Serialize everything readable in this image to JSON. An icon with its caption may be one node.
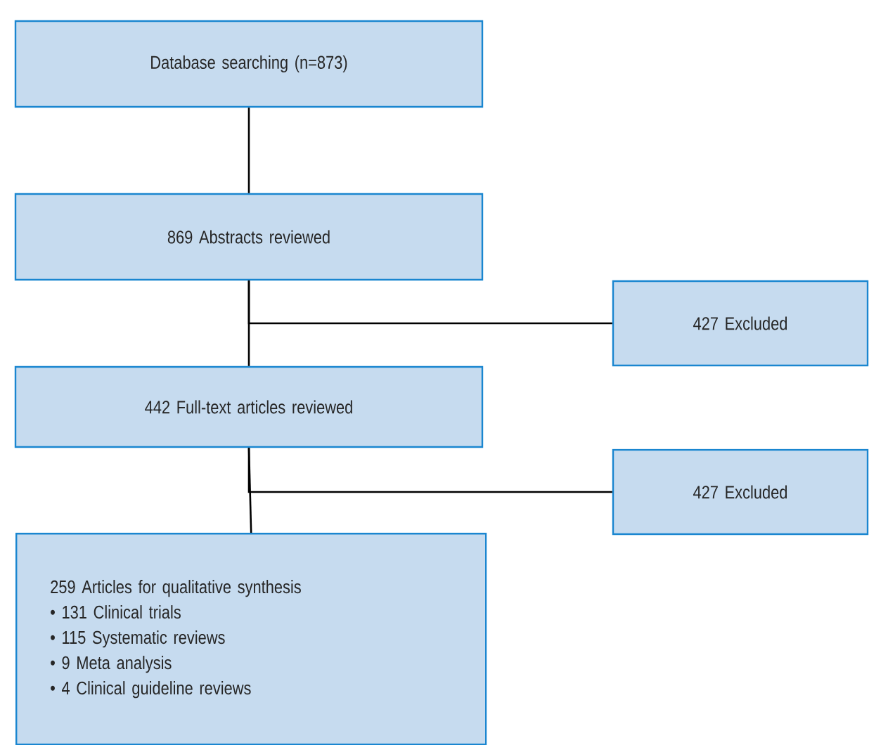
{
  "diagram": {
    "nodes": [
      {
        "text": [
          "Database searching (n=873)"
        ]
      },
      {
        "text": [
          "869 Abstracts reviewed"
        ]
      },
      {
        "text": [
          "427 Excluded"
        ]
      },
      {
        "text": [
          "442 Full-text articles reviewed"
        ]
      },
      {
        "text": [
          "427 Excluded"
        ]
      },
      {
        "text": [
          "259 Articles for qualitative synthesis",
          "• 131 Clinical trials",
          "• 115 Systematic reviews",
          "• 9 Meta analysis",
          "• 4 Clinical guideline reviews"
        ]
      }
    ],
    "edges": [
      {
        "from": 0,
        "to": 1,
        "arrow": "none"
      },
      {
        "from": 1,
        "to": 3,
        "arrow": "none"
      },
      {
        "from": 1,
        "to": 2,
        "arrow": "none"
      },
      {
        "from": 3,
        "to": 5,
        "arrow": "none"
      },
      {
        "from": 3,
        "to": 4,
        "arrow": "none"
      }
    ]
  }
}
